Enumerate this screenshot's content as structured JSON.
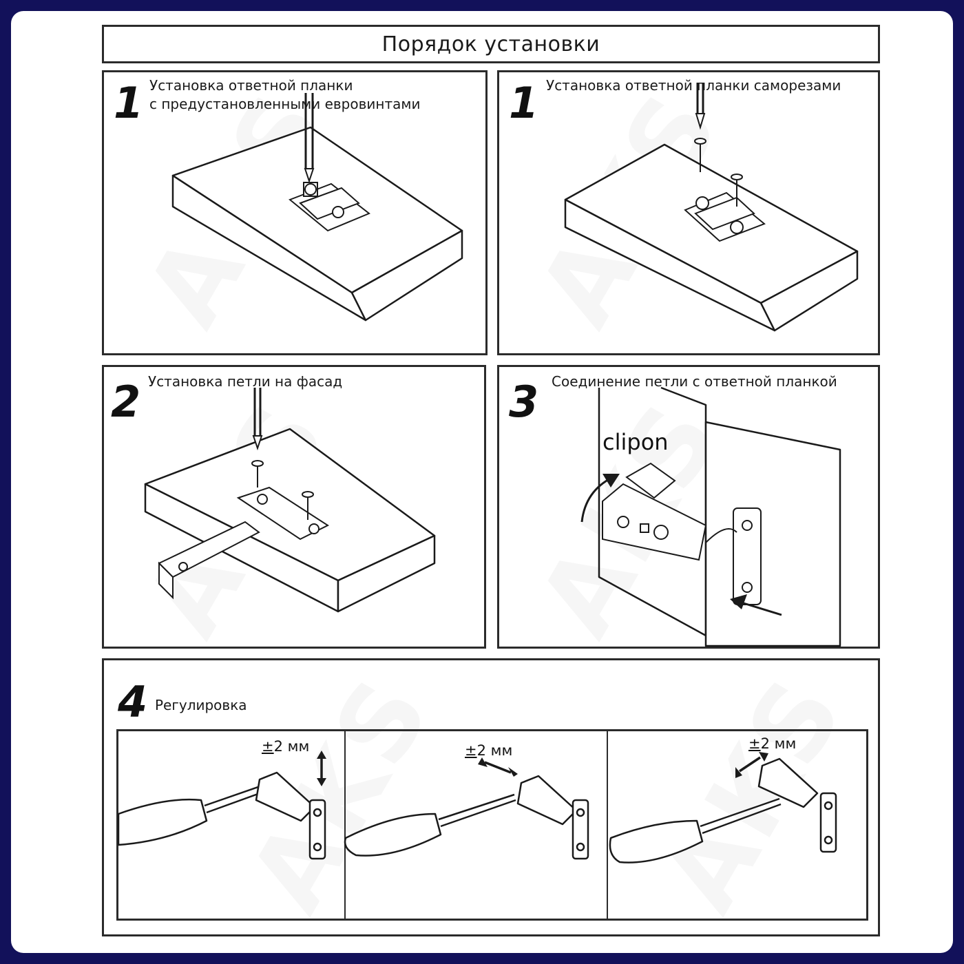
{
  "title": "Порядок установки",
  "watermark": "AKS",
  "steps": [
    {
      "number": "1",
      "text_line1": "Установка ответной планки",
      "text_line2": "с предустановленными евровинтами"
    },
    {
      "number": "1",
      "text_line1": "Установка ответной планки саморезами"
    },
    {
      "number": "2",
      "text_line1": "Установка петли на фасад"
    },
    {
      "number": "3",
      "text_line1": "Соединение петли с ответной планкой",
      "label": "clipon"
    },
    {
      "number": "4",
      "text_line1": "Регулировка"
    }
  ],
  "adjustments": [
    {
      "sign": "±",
      "value": "2 мм"
    },
    {
      "sign": "±",
      "value": "2 мм"
    },
    {
      "sign": "±",
      "value": "2 мм"
    }
  ],
  "colors": {
    "frame": "#12115a",
    "ink": "#1a1a1a",
    "paper": "#ffffff"
  }
}
